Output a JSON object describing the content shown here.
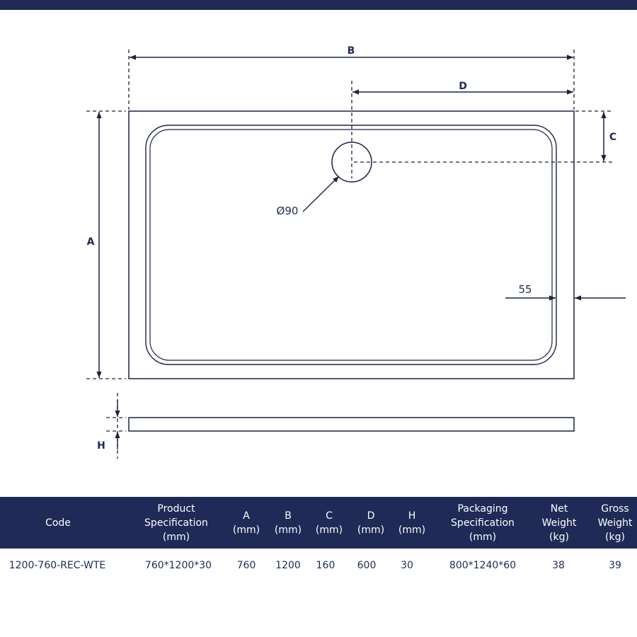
{
  "drawing": {
    "labels": {
      "b": "B",
      "d": "D",
      "c": "C",
      "a": "A",
      "h": "H",
      "waste": "Ø90",
      "edge": "55"
    }
  },
  "colors": {
    "navy": "#1f2a56",
    "line": "#1b2340",
    "white": "#ffffff"
  },
  "table": {
    "headers": [
      "Code",
      "Product\nSpecification\n(mm)",
      "A\n(mm)",
      "B\n(mm)",
      "C\n(mm)",
      "D\n(mm)",
      "H\n(mm)",
      "Packaging\nSpecification\n(mm)",
      "Net\nWeight\n(kg)",
      "Gross\nWeight\n(kg)"
    ],
    "rows": [
      [
        "1200-760-REC-WTE",
        "760*1200*30",
        "760",
        "1200",
        "160",
        "600",
        "30",
        "800*1240*60",
        "38",
        "39"
      ]
    ]
  }
}
